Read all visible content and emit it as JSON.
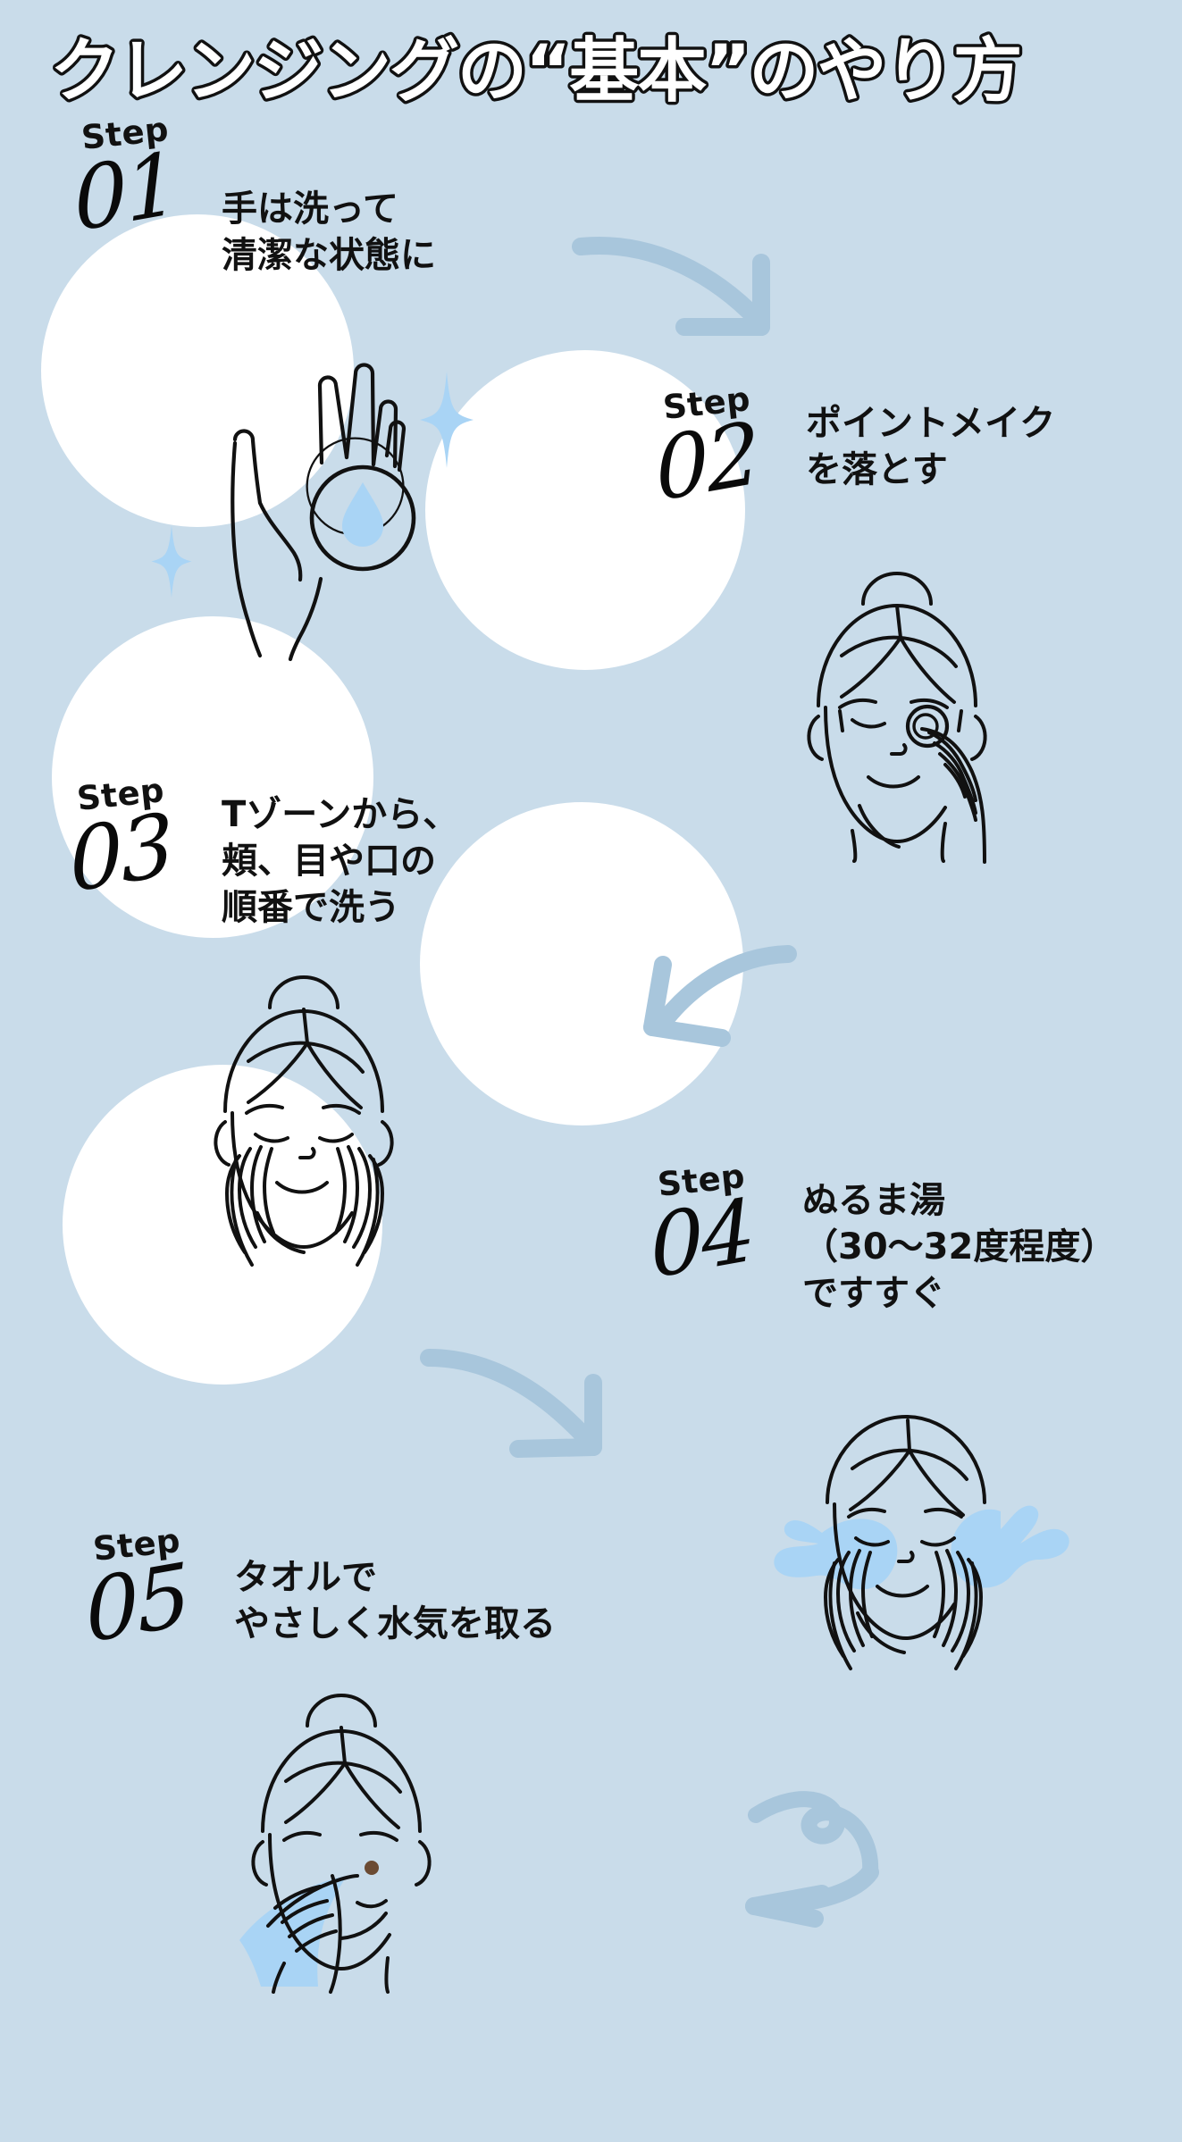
{
  "poster": {
    "title": "クレンジングの“基本”のやり方",
    "background_color": "#c9dcea",
    "circle_color": "#ffffff",
    "accent_blue": "#a9d4f5",
    "arrow_color": "#a8c6dc",
    "ink_color": "#111111",
    "mole_color": "#6b4b33"
  },
  "steps": [
    {
      "badge_label": "Step",
      "number": "01",
      "lines": [
        "手は洗って",
        "清潔な状態に"
      ],
      "illustration": "hand-with-water-drop-icon"
    },
    {
      "badge_label": "Step",
      "number": "02",
      "lines": [
        "ポイントメイク",
        "を落とす"
      ],
      "illustration": "face-cotton-pad-icon"
    },
    {
      "badge_label": "Step",
      "number": "03",
      "lines": [
        "Tゾーンから、",
        "頬、目や口の",
        "順番で洗う"
      ],
      "illustration": "face-two-hands-washing-icon"
    },
    {
      "badge_label": "Step",
      "number": "04",
      "lines": [
        "ぬるま湯",
        "（30〜32度程度）",
        "ですすぐ"
      ],
      "illustration": "face-water-splash-icon"
    },
    {
      "badge_label": "Step",
      "number": "05",
      "lines": [
        "タオルで",
        "やさしく水気を取る"
      ],
      "illustration": "face-towel-drying-icon"
    }
  ],
  "arrows": [
    {
      "name": "arrow-step1-to-step2",
      "direction": "down-right"
    },
    {
      "name": "arrow-step2-to-step3",
      "direction": "down-left"
    },
    {
      "name": "arrow-step3-to-step4",
      "direction": "down-right"
    },
    {
      "name": "arrow-step4-to-step5",
      "direction": "down-left"
    }
  ]
}
